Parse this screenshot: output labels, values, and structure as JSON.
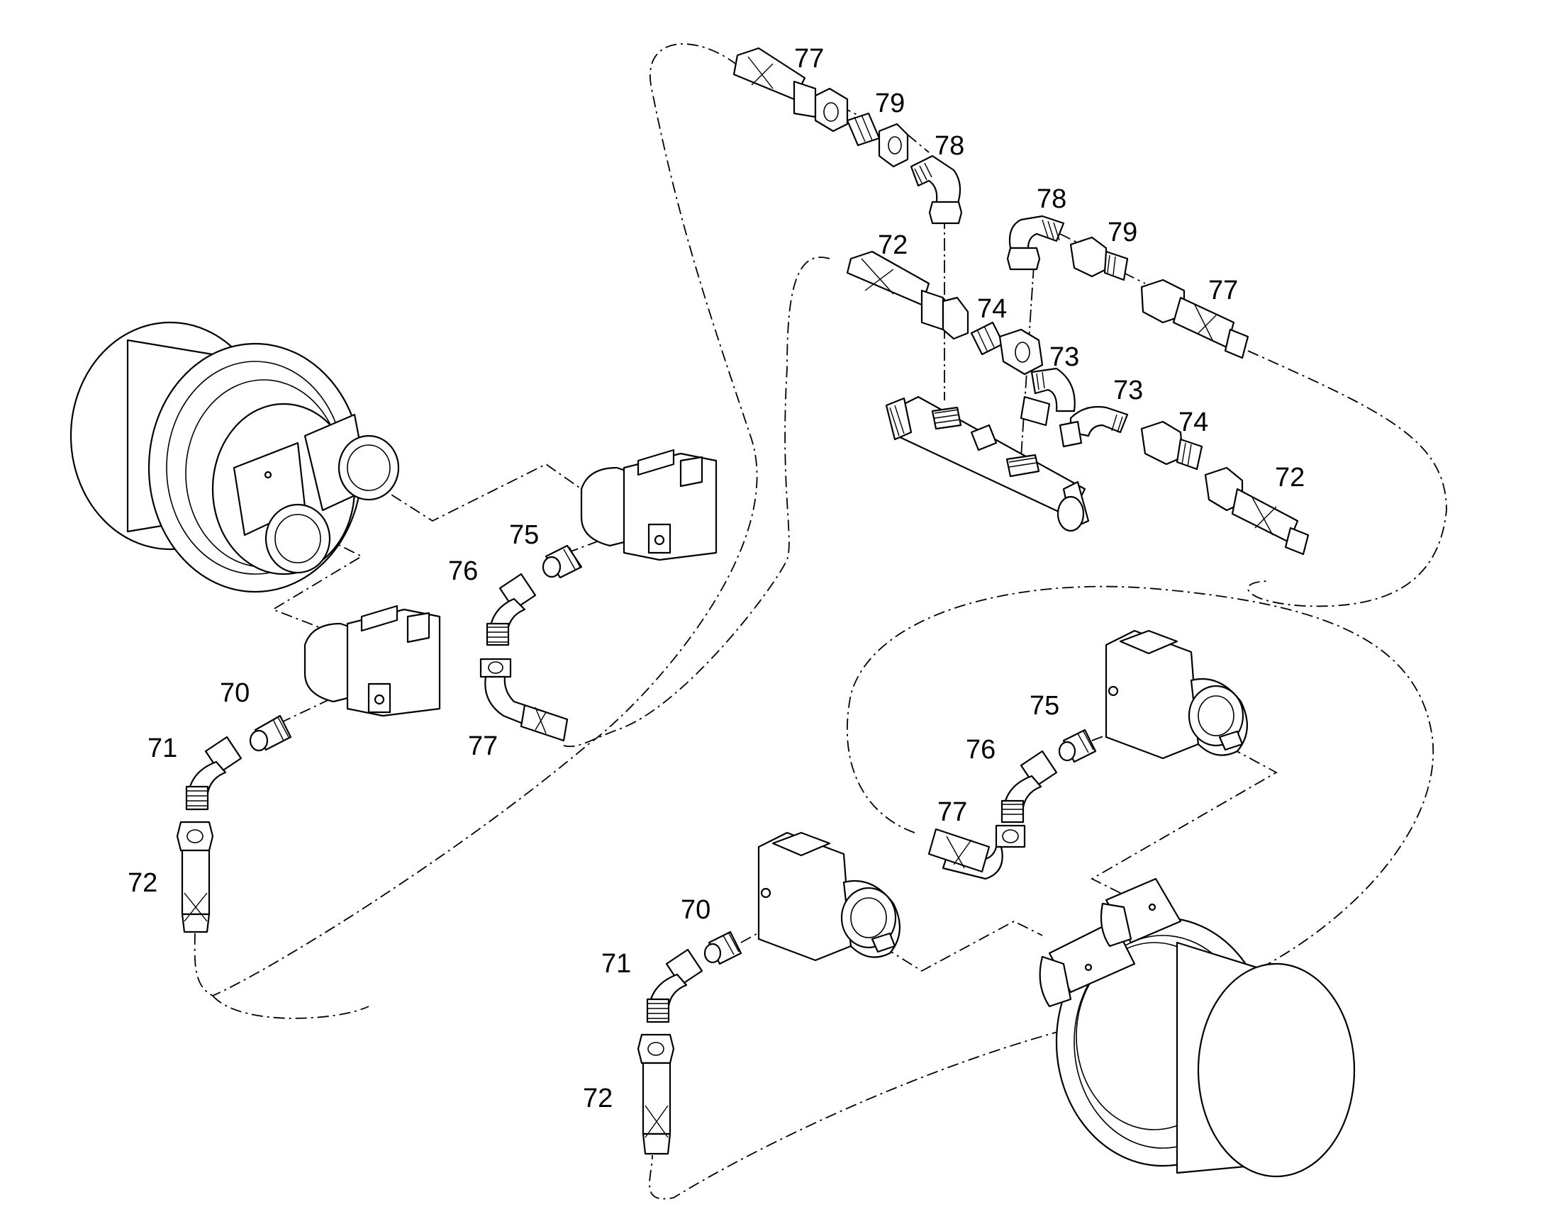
{
  "colors": {
    "line": "#000000",
    "background": "#ffffff"
  },
  "callouts": [
    {
      "id": "c77a",
      "text": "77"
    },
    {
      "id": "c79a",
      "text": "79"
    },
    {
      "id": "c78a",
      "text": "78"
    },
    {
      "id": "c78b",
      "text": "78"
    },
    {
      "id": "c79b",
      "text": "79"
    },
    {
      "id": "c72a",
      "text": "72"
    },
    {
      "id": "c74a",
      "text": "74"
    },
    {
      "id": "c77b",
      "text": "77"
    },
    {
      "id": "c73a",
      "text": "73"
    },
    {
      "id": "c73b",
      "text": "73"
    },
    {
      "id": "c74b",
      "text": "74"
    },
    {
      "id": "c72b",
      "text": "72"
    },
    {
      "id": "c75a",
      "text": "75"
    },
    {
      "id": "c76a",
      "text": "76"
    },
    {
      "id": "c70a",
      "text": "70"
    },
    {
      "id": "c71a",
      "text": "71"
    },
    {
      "id": "c77c",
      "text": "77"
    },
    {
      "id": "c72c",
      "text": "72"
    },
    {
      "id": "c75b",
      "text": "75"
    },
    {
      "id": "c76b",
      "text": "76"
    },
    {
      "id": "c77d",
      "text": "77"
    },
    {
      "id": "c70b",
      "text": "70"
    },
    {
      "id": "c71b",
      "text": "71"
    },
    {
      "id": "c72d",
      "text": "72"
    }
  ]
}
